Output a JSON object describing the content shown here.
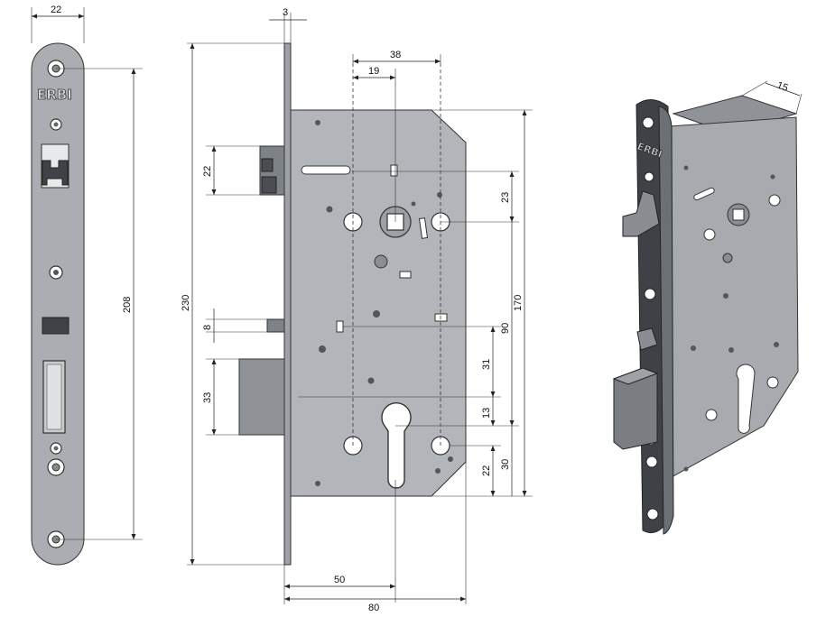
{
  "brand": "ERBI",
  "dimensions": {
    "faceplate_width": "22",
    "faceplate_screw_spacing": "208",
    "faceplate_thickness": "3",
    "latch_height": "22",
    "bolt_small_height": "8",
    "deadbolt_height": "33",
    "overall_height": "230",
    "spindle_to_top_hole": "19",
    "top_hole_spacing": "38",
    "top_offset": "23",
    "spindle_to_cylinder": "170",
    "vertical_90": "90",
    "vertical_31": "31",
    "vertical_13": "13",
    "vertical_30": "30",
    "vertical_22": "22",
    "backset": "50",
    "case_depth": "80",
    "iso_depth": "15"
  }
}
